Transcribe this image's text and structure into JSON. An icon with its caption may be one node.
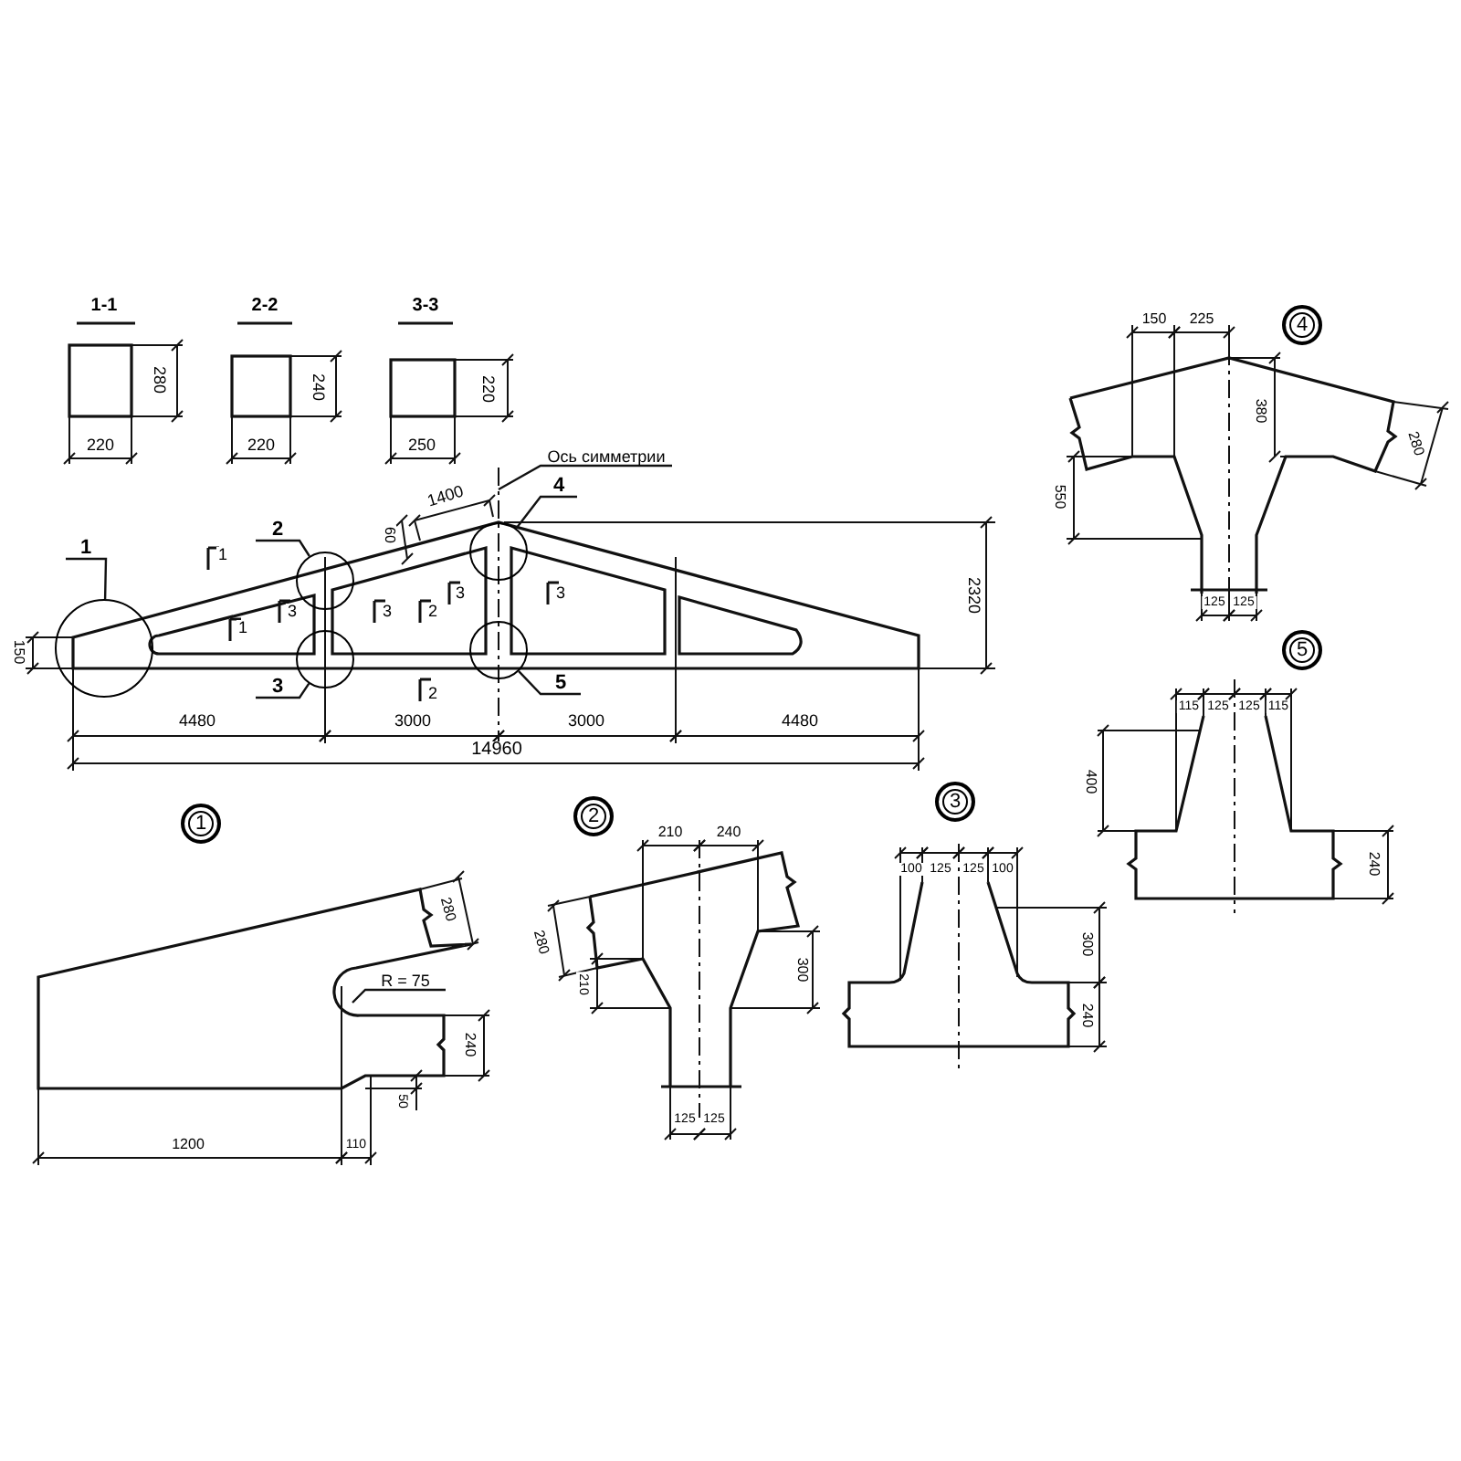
{
  "diagram": {
    "nodes": [
      {
        "text": [
          "1"
        ]
      },
      {
        "text": [],
        "shape": "circle"
      },
      {
        "text": [
          "2"
        ]
      },
      {
        "text": [],
        "shape": "circle"
      },
      {
        "text": [
          "3"
        ]
      },
      {
        "text": [],
        "shape": "circle"
      },
      {
        "text": [
          "4"
        ]
      },
      {
        "text": [],
        "shape": "circle"
      },
      {
        "text": [
          "5"
        ]
      },
      {
        "text": [],
        "shape": "circle"
      },
      {
        "text": [
          "Ось симметрии"
        ]
      },
      {
        "text": [
          "1"
        ]
      },
      {
        "text": [
          "2"
        ]
      },
      {
        "text": [
          "3"
        ]
      },
      {
        "text": [
          "4"
        ]
      },
      {
        "text": [
          "5"
        ]
      },
      {
        "text": [
          "R = 75"
        ]
      }
    ],
    "edges": [
      {
        "from": 0,
        "to": 1,
        "arrow": "none"
      },
      {
        "from": 2,
        "to": 3,
        "arrow": "none"
      },
      {
        "from": 4,
        "to": 5,
        "arrow": "none"
      },
      {
        "from": 6,
        "to": 7,
        "arrow": "none"
      },
      {
        "from": 8,
        "to": 9,
        "arrow": "none"
      },
      {
        "from": 10,
        "to": null,
        "arrow": "none"
      },
      {
        "from": 16,
        "to": null,
        "arrow": "none"
      }
    ],
    "labels": [
      "1-1",
      "2-2",
      "3-3",
      "280",
      "240",
      "220",
      "220",
      "220",
      "250",
      "1400",
      "60",
      "2320",
      "150",
      "1",
      "1",
      "3",
      "3",
      "2",
      "2",
      "3",
      "3",
      "4480",
      "3000",
      "3000",
      "4480",
      "14960",
      "150",
      "225",
      "380",
      "280",
      "550",
      "125",
      "125",
      "115",
      "125",
      "125",
      "115",
      "400",
      "240",
      "280",
      "240",
      "50",
      "1200",
      "110",
      "210",
      "240",
      "280",
      "210",
      "300",
      "125",
      "125",
      "100",
      "125",
      "125",
      "100",
      "300",
      "240"
    ]
  }
}
